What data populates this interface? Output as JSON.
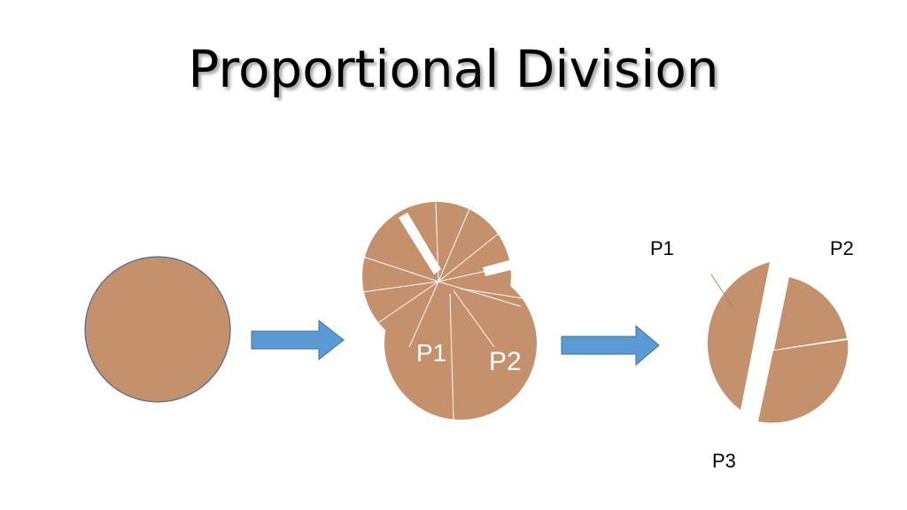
{
  "slide": {
    "title": "Proportional Division"
  },
  "colors": {
    "cake": "#C4916C",
    "cake_outline": "#4A6B96",
    "arrow_fill": "#5B9BD5",
    "arrow_stroke": "#41719C",
    "cut_lines": "#ffffff",
    "label_dark": "#000000",
    "label_light": "#ffffff"
  },
  "labels": {
    "middle_p1": "P1",
    "middle_p2": "P2",
    "right_p1": "P1",
    "right_p2": "P2",
    "right_p3": "P3"
  },
  "icons": [
    "right-arrow-icon",
    "right-arrow-icon"
  ]
}
